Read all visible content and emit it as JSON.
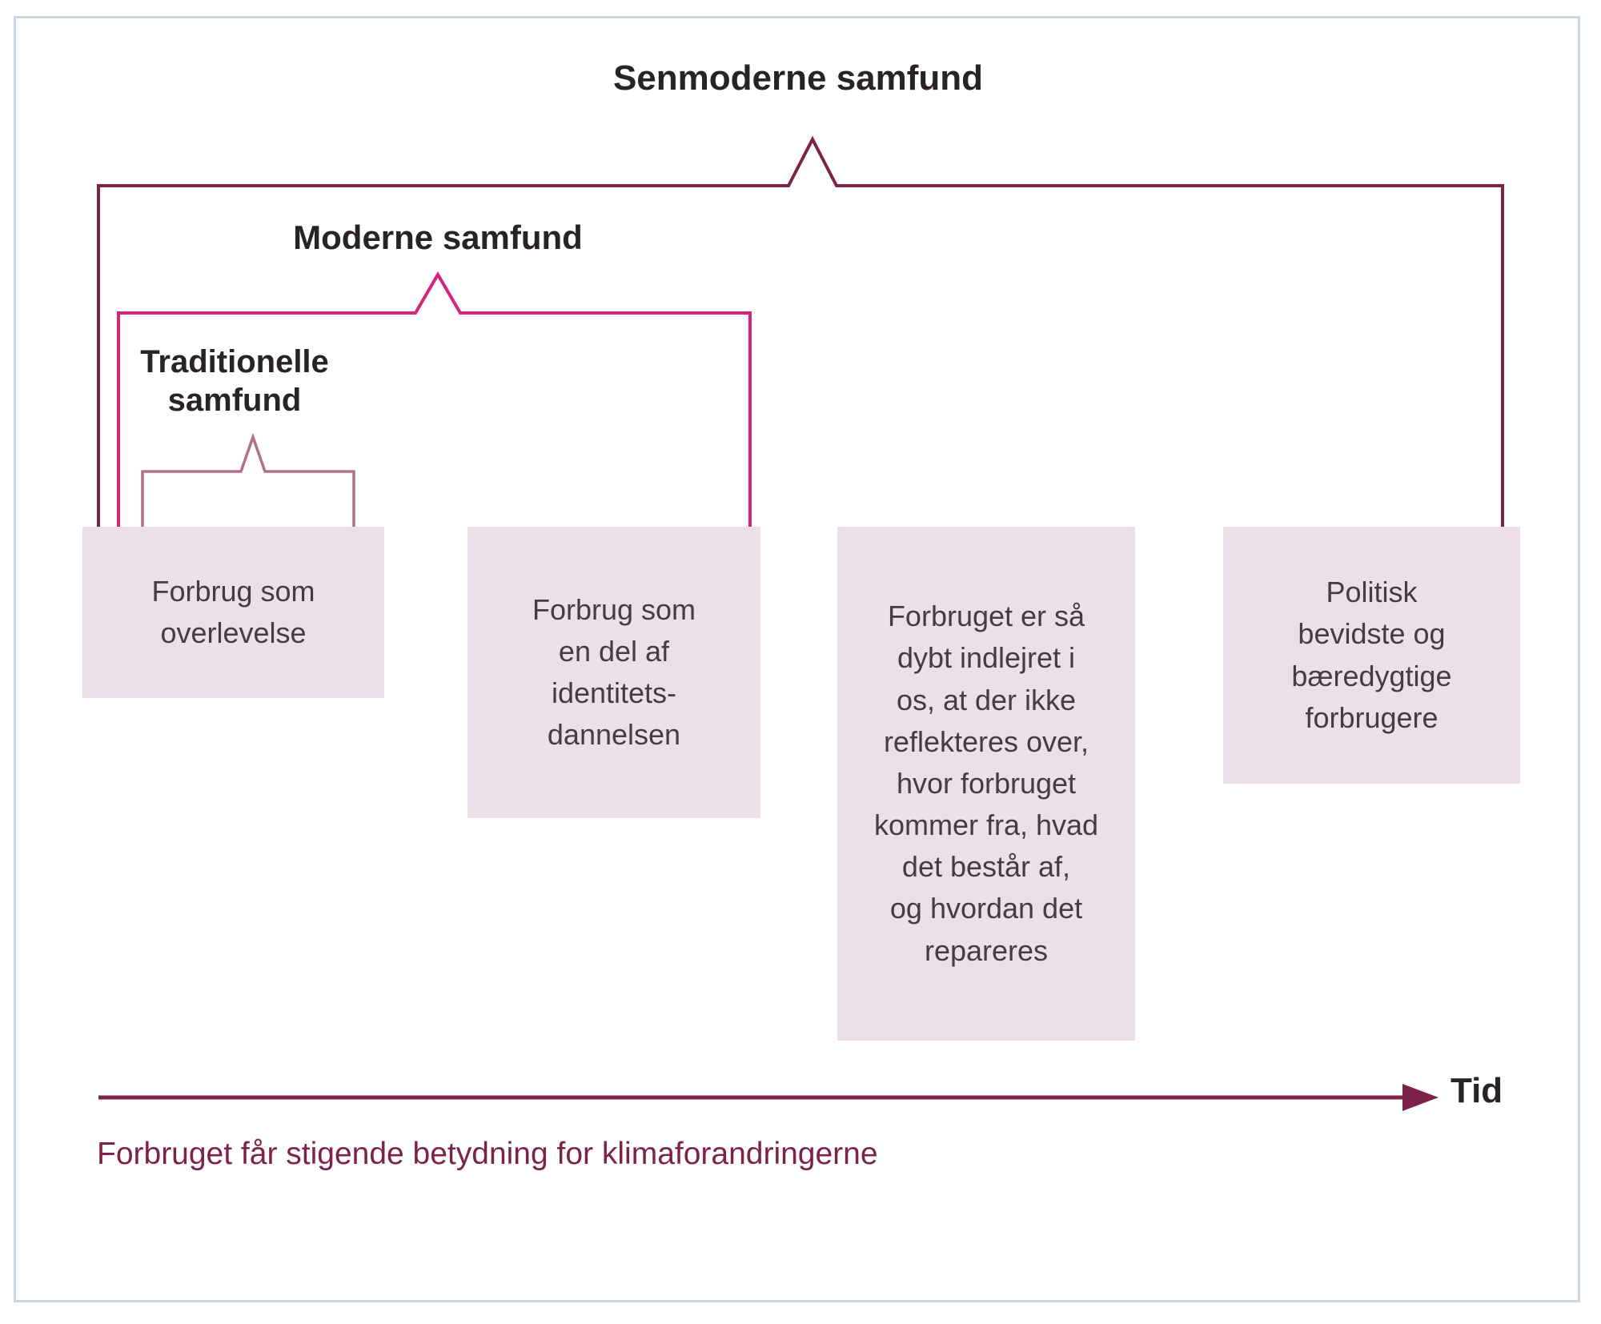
{
  "colors": {
    "frame_border": "#c9d7e2",
    "senmoderne_bracket": "#7d2248",
    "moderne_bracket": "#d6247d",
    "traditionelle_bracket": "#b0718c",
    "box_fill": "#ecdfe9",
    "arrow": "#7d2248",
    "caption_text": "#7d2248",
    "heading_text": "#272327",
    "box_text": "#423d44"
  },
  "diagram": {
    "headings": {
      "senmoderne": "Senmoderne samfund",
      "moderne": "Moderne samfund",
      "traditionelle": [
        "Traditionelle",
        "samfund"
      ]
    },
    "boxes": [
      {
        "lines": [
          "Forbrug som",
          "overlevelse"
        ]
      },
      {
        "lines": [
          "Forbrug som",
          "en del af",
          "identitets-",
          "dannelsen"
        ]
      },
      {
        "lines": [
          "Forbruget er så",
          "dybt indlejret i",
          "os, at der ikke",
          "reflekteres over,",
          "hvor forbruget",
          "kommer fra, hvad",
          "det består af,",
          "og hvordan det",
          "repareres"
        ]
      },
      {
        "lines": [
          "Politisk",
          "bevidste og",
          "bæredygtige",
          "forbrugere"
        ]
      }
    ],
    "time_axis_label": "Tid",
    "caption": "Forbruget får stigende betydning for klimaforandringerne"
  }
}
